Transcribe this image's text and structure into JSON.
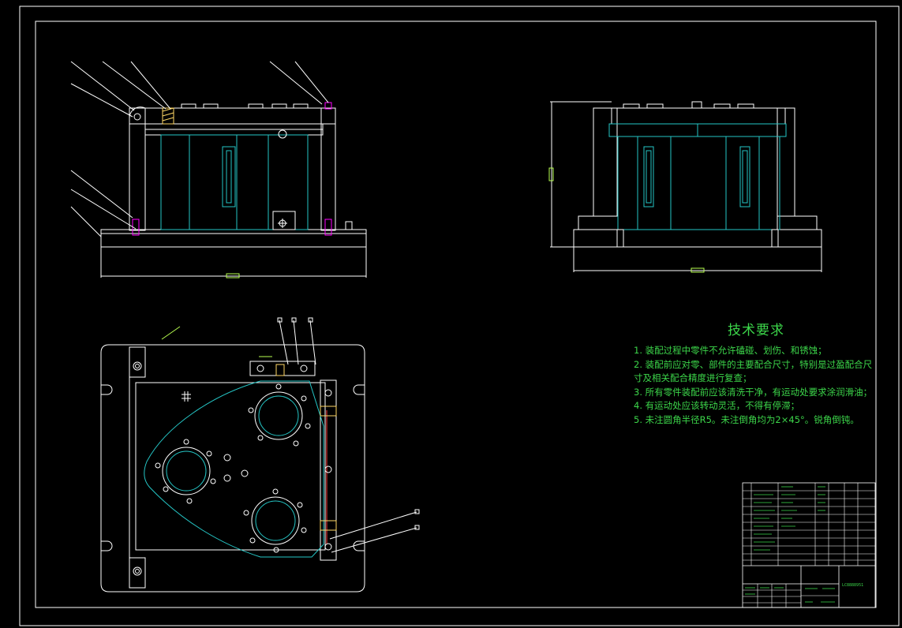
{
  "drawing": {
    "background": "#000000",
    "line_color": "#ffffff",
    "part_color": "#25c6c6",
    "note_color": "#3cd64a",
    "accent_color": "#ff00ff",
    "dimension_color": "#b8ff50"
  },
  "technical_requirements": {
    "title": "技术要求",
    "items": [
      "1. 装配过程中零件不允许磕碰、划伤、和锈蚀；",
      "2. 装配前应对零、部件的主要配合尺寸，特别是过盈配合尺寸及相关配合精度进行复查；",
      "3. 所有零件装配前应该清洗干净，有运动处要求涂润滑油；",
      "4. 有运动处应该转动灵活，不得有停滞；",
      "5. 未注圆角半径R5。未注倒角均为2×45°。锐角倒钝。"
    ]
  },
  "title_block": {
    "drawing_number": "LC8888951"
  }
}
